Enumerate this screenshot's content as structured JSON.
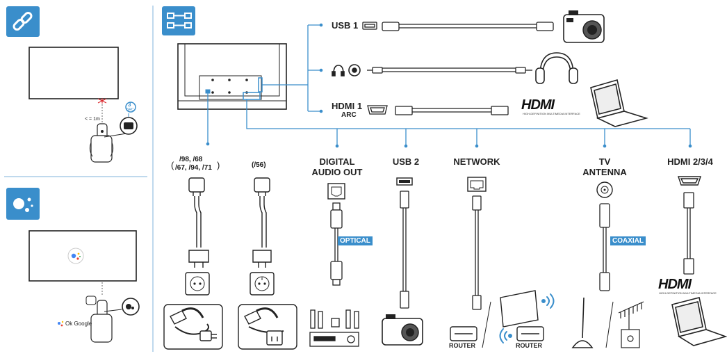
{
  "colors": {
    "accent": "#3a8ecb",
    "line": "#2a2a2a",
    "connector": "#3a8ecb"
  },
  "icons": {
    "link": "link-icon",
    "assistant": "google-assistant-icon",
    "connections": "cable-connections-icon"
  },
  "left_panel": {
    "distance": "< = 1m",
    "remote_button": "3",
    "remote_button_sub": "SRC",
    "ok_google": "Ok Google"
  },
  "power": {
    "model_a_line1": "/98, /68",
    "model_a_line2": "/67, /94, /71",
    "model_a_paren_open": "(",
    "model_a_paren_close": ")",
    "model_b": "(/56)"
  },
  "side_ports": [
    {
      "label": "USB 1"
    },
    {
      "label": ""
    },
    {
      "label": "HDMI 1",
      "sub": "ARC"
    }
  ],
  "bottom_ports": {
    "digital_audio": [
      "DIGITAL",
      "AUDIO OUT"
    ],
    "optical": "OPTICAL",
    "usb2": "USB 2",
    "network": "NETWORK",
    "router1": "ROUTER",
    "router2": "ROUTER",
    "tv_antenna": [
      "TV",
      "ANTENNA"
    ],
    "coaxial": "COAXIAL",
    "hdmi234": "HDMI 2/3/4"
  },
  "logos": {
    "hdmi_top": "HDMI",
    "hdmi_bottom": "HDMI",
    "hdmi_tagline": "HIGH-DEFINITION MULTIMEDIA INTERFACE"
  }
}
